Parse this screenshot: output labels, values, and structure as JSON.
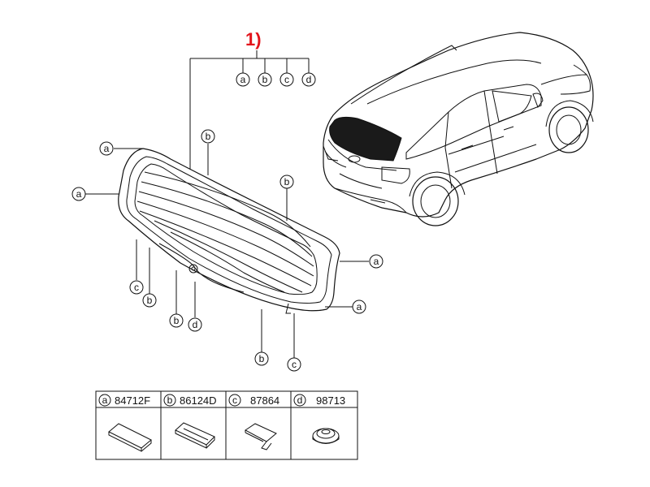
{
  "title": "1)",
  "title_color": "#e3141b",
  "callouts": {
    "a": "a",
    "b": "b",
    "c": "c",
    "d": "d"
  },
  "parts": [
    {
      "letter": "a",
      "number": "84712F"
    },
    {
      "letter": "b",
      "number": "86124D"
    },
    {
      "letter": "c",
      "number": "87864"
    },
    {
      "letter": "d",
      "number": "98713"
    }
  ]
}
